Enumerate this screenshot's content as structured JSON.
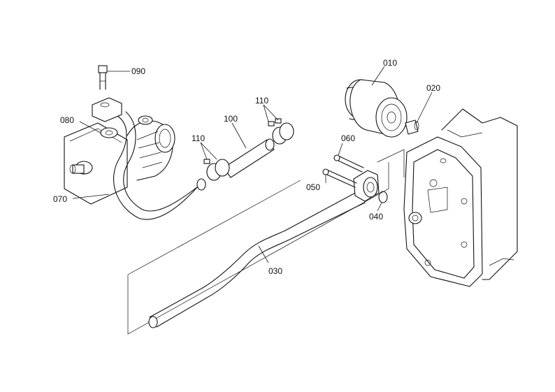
{
  "parts": [
    {
      "id": "filter",
      "label": "010"
    },
    {
      "id": "filter-nipple",
      "label": "020"
    },
    {
      "id": "suction-pipe",
      "label": "030"
    },
    {
      "id": "o-ring",
      "label": "040"
    },
    {
      "id": "bolt-050",
      "label": "050"
    },
    {
      "id": "bolt-060",
      "label": "060"
    },
    {
      "id": "delivery-pipe",
      "label": "070"
    },
    {
      "id": "gasket",
      "label": "080"
    },
    {
      "id": "bolt-090",
      "label": "090"
    },
    {
      "id": "hose",
      "label": "100"
    },
    {
      "id": "clamps-upper",
      "label": "110"
    },
    {
      "id": "clamps-lower",
      "label": "110"
    }
  ]
}
